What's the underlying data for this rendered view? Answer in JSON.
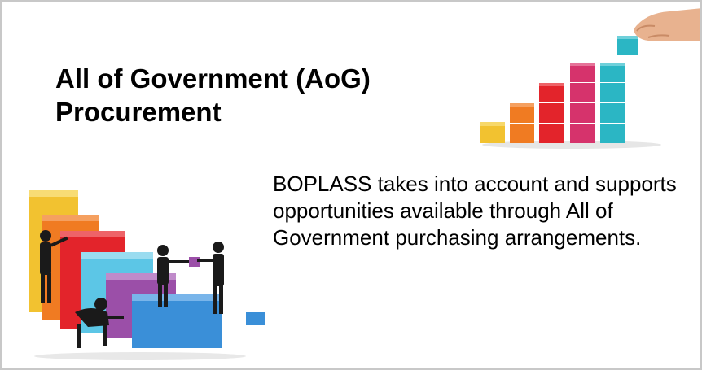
{
  "slide": {
    "title_line1": "All of Government (AoG)",
    "title_line2": "Procurement",
    "body": "BOPLASS takes into account and supports opportunities available through All of Government purchasing arrangements."
  },
  "images": {
    "top_right": "ascending-blocks-chart-with-hand",
    "bottom_left": "business-people-building-colorful-steps"
  },
  "colors": {
    "block_yellow": "#f2c230",
    "block_orange": "#f07b22",
    "block_red": "#e3242b",
    "block_magenta": "#d6336c",
    "block_teal": "#2bb6c4",
    "block_blue": "#3a8fd8",
    "block_purple": "#9b4fa8"
  }
}
